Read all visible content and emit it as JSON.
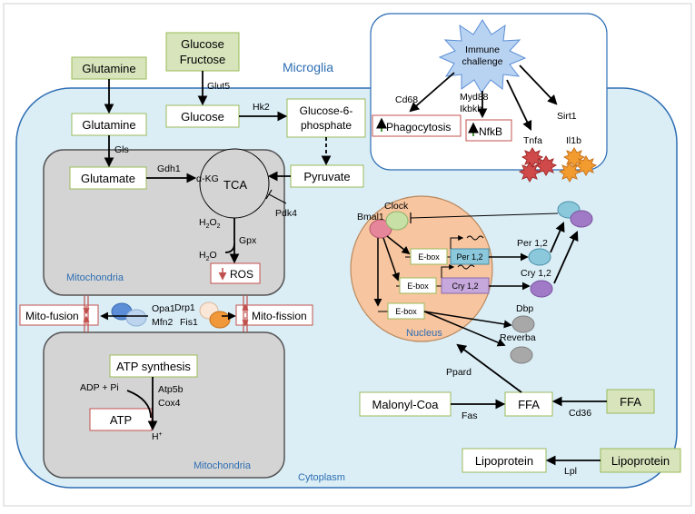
{
  "cell": {
    "microglia_label": "Microglia",
    "cytoplasm_label": "Cytoplasm",
    "mito1_label": "Mitochondria",
    "mito2_label": "Mitochondria",
    "nucleus_label": "Nucleus"
  },
  "inputs": {
    "glutamine_ext": "Glutamine",
    "glucose_ext_1": "Glucose",
    "glucose_ext_2": "Fructose",
    "ffa_ext": "FFA",
    "lipoprotein_ext": "Lipoprotein"
  },
  "metabolites": {
    "glutamine": "Glutamine",
    "glucose": "Glucose",
    "g6p_1": "Glucose-6-",
    "g6p_2": "phosphate",
    "pyruvate": "Pyruvate",
    "glutamate": "Glutamate",
    "akg": "α-KG",
    "tca": "TCA",
    "h2o2": "H",
    "h2o2_sub": "2",
    "h2o2_o": "O",
    "h2o2_sub2": "2",
    "h2o": "H",
    "h2o_sub": "2",
    "h2o_o": "O",
    "ros": "ROS",
    "atp_synthesis": "ATP synthesis",
    "adp": "ADP + Pi",
    "atp": "ATP",
    "hplus": "H",
    "hplus_sup": "+",
    "malonyl": "Malonyl-Coa",
    "ffa": "FFA",
    "lipoprotein": "Lipoprotein"
  },
  "enzymes": {
    "glut5": "Glut5",
    "gls": "Gls",
    "hk2": "Hk2",
    "gdh1": "Gdh1",
    "pdk4": "Pdk4",
    "gpx": "Gpx",
    "atp5b": "Atp5b",
    "cox4": "Cox4",
    "fas": "Fas",
    "cd36": "Cd36",
    "lpl": "Lpl",
    "ppard": "Ppard"
  },
  "dynamics": {
    "mito_fusion": "Mito-fusion",
    "mito_fission": "Mito-fission",
    "opa1": "Opa1",
    "mfn2": "Mfn2",
    "drp1": "Drp1",
    "fis1": "Fis1"
  },
  "immune": {
    "challenge_1": "Immune",
    "challenge_2": "challenge",
    "cd68": "Cd68",
    "myd88": "Myd88",
    "ikbkb": "Ikbkb",
    "sirt1": "Sirt1",
    "phagocytosis": "Phagocytosis",
    "nfkb": "NfkB",
    "tnfa": "Tnfa",
    "il1b": "Il1b"
  },
  "clock": {
    "clock": "Clock",
    "bmal1": "Bmal1",
    "ebox1": "E-box",
    "ebox2": "E-box",
    "ebox3": "E-box",
    "per_gene": "Per 1,2",
    "cry_gene": "Cry 1,2",
    "per_protein": "Per 1,2",
    "cry_protein": "Cry 1,2",
    "dbp": "Dbp",
    "reverba": "Reverba"
  },
  "colors": {
    "cell_fill": "#dbeef6",
    "cell_border": "#2e6eb3",
    "mito_fill": "#d4d4d4",
    "nucleus_fill": "#f7c59f",
    "green_box": "#d7e4bc",
    "green_border": "#9bbb59",
    "red_border": "#c0504d",
    "blue_text": "#2e6eb3"
  }
}
